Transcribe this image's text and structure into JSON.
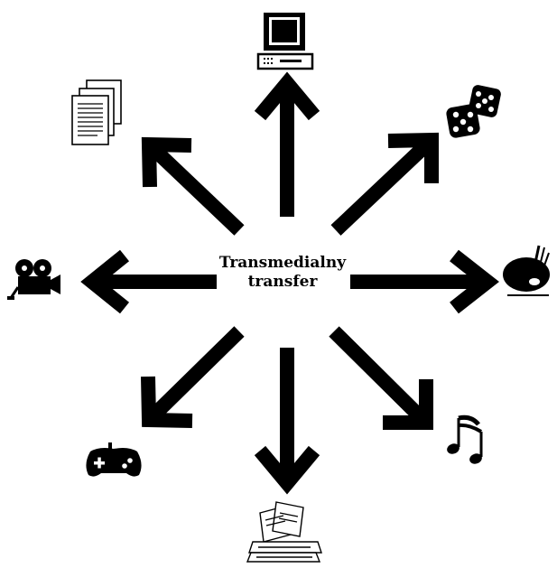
{
  "center": {
    "line1": "Transmedialny",
    "line2": "transfer"
  },
  "colors": {
    "ink": "#000000",
    "paper": "#ffffff"
  },
  "directions": [
    {
      "id": "up",
      "icon": "computer-icon"
    },
    {
      "id": "up-right",
      "icon": "dice-icon"
    },
    {
      "id": "right",
      "icon": "paint-palette-icon"
    },
    {
      "id": "down-right",
      "icon": "music-notes-icon"
    },
    {
      "id": "down",
      "icon": "books-icon"
    },
    {
      "id": "down-left",
      "icon": "gamepad-icon"
    },
    {
      "id": "left",
      "icon": "movie-camera-icon"
    },
    {
      "id": "up-left",
      "icon": "documents-icon"
    }
  ]
}
